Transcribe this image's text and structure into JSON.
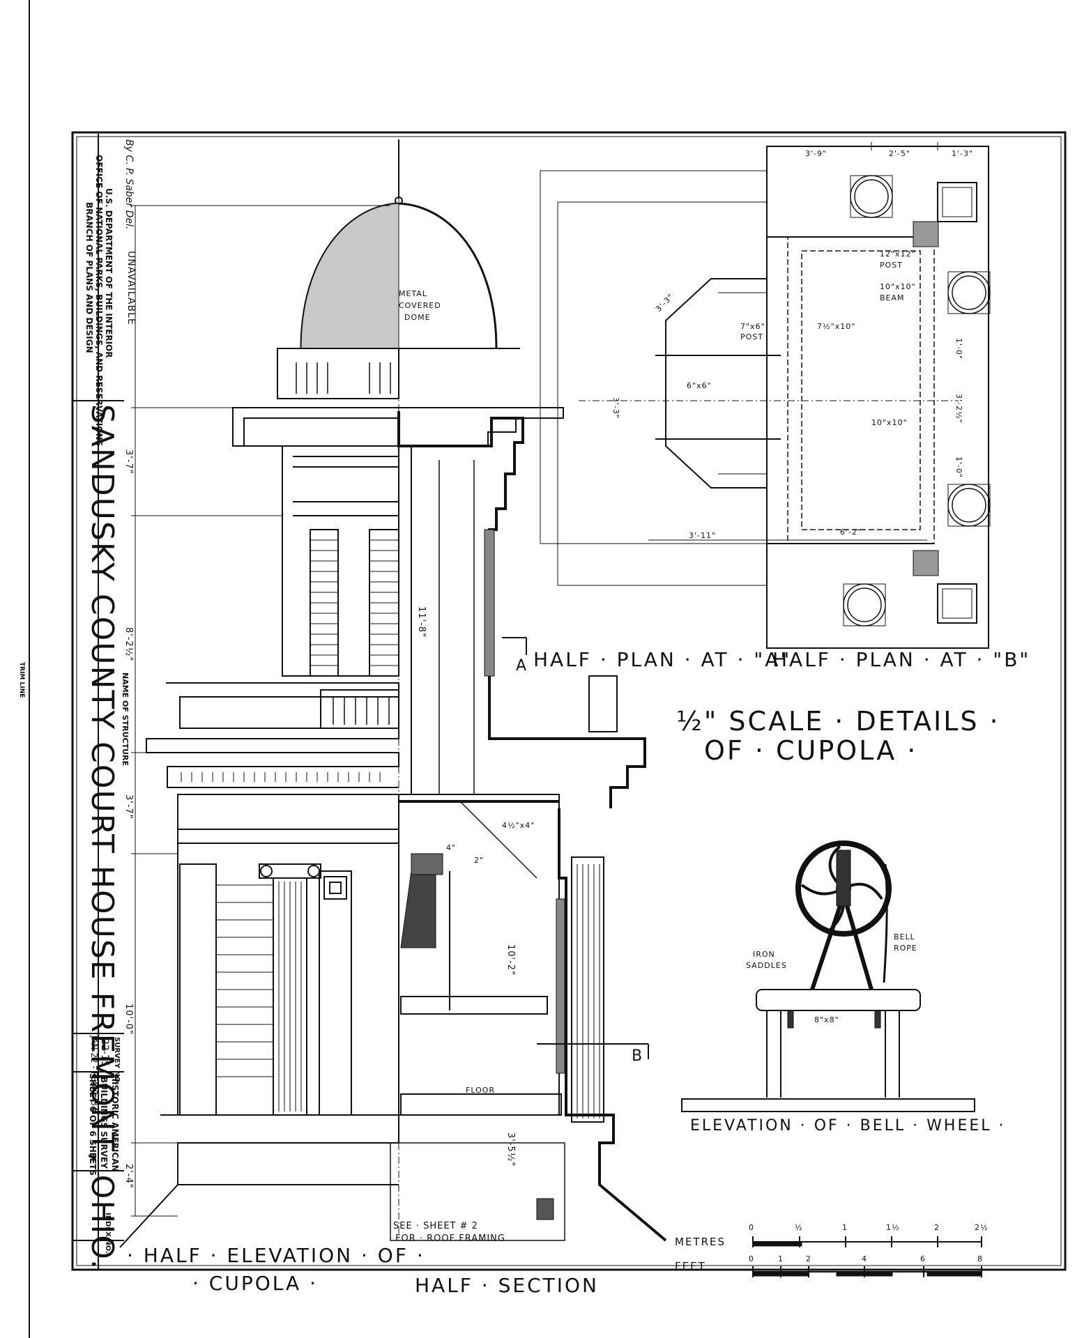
{
  "title_block": {
    "agency_line1": "U.S. DEPARTMENT OF THE INTERIOR",
    "agency_line2": "OFFICE OF NATIONAL PARKS, BUILDINGS, AND RESERVATIONS",
    "agency_line3": "BRANCH OF PLANS AND DESIGN",
    "delineator": "By C. P. Saber Del.",
    "name_of_structure_label": "NAME OF STRUCTURE",
    "structure_name": "SANDUSKY COUNTY COURT HOUSE   FREMONT, OHIO.",
    "survey_no_label": "SURVEY NO.",
    "survey_no": "22-15",
    "dates": "JAN 22 - FEB 2-'34",
    "habs_line1": "HISTORIC AMERICAN",
    "habs_line2": "BUILDINGS SURVEY",
    "sheet_label": "SHEET 6 OF 6 SHEETS",
    "index_no_label": "INDEX NO.",
    "unavailable": "UNAVAILABLE"
  },
  "margin": {
    "trim_line": "TRIM LINE"
  },
  "drawing": {
    "title_line1": "½\" SCALE · DETAILS ·",
    "title_line2": "OF · CUPOLA ·",
    "half_plan_a": "HALF · PLAN · AT · \"A\"",
    "half_plan_b": "HALF · PLAN · AT · \"B\"",
    "half_elevation_line1": "· HALF · ELEVATION · OF ·",
    "half_elevation_line2": "· CUPOLA ·",
    "half_section": "HALF · SECTION",
    "bell_wheel": "ELEVATION · OF · BELL · WHEEL ·",
    "section_mark_a": "A",
    "section_mark_b": "B",
    "roof_note_line1": "SEE · SHEET # 2",
    "roof_note_line2": "FOR · ROOF FRAMING"
  },
  "callouts": {
    "dome_line1": "METAL",
    "dome_line2": "COVERED",
    "dome_line3": "DOME",
    "post_12": "12\"x12\"",
    "post_12b": "POST",
    "beam_10_line1": "10\"x10\"",
    "beam_10_line2": "BEAM",
    "post_7x6_line1": "7\"x6\"",
    "post_7x6_line2": "POST",
    "member_7x10": "7½\"x10\"",
    "member_6x6": "6\"x6\"",
    "member_10x10": "10\"x10\"",
    "member_4x4": "4½\"x4\"",
    "mark_4": "4\"",
    "mark_2": "2\"",
    "floor": "FLOOR",
    "iron_saddles_line1": "IRON",
    "iron_saddles_line2": "SADDLES",
    "bell_rope_line1": "BELL",
    "bell_rope_line2": "ROPE",
    "member_8x8": "8\"x8\""
  },
  "dimensions": {
    "plan_top_1": "3'-9\"",
    "plan_top_2": "2'-5\"",
    "plan_top_3": "1'-3\"",
    "plan_bottom_1": "3'-11\"",
    "plan_bottom_2": "6'-2\"",
    "plan_left": "3'-3\"",
    "plan_diag": "3'-3\"",
    "plan_right_1": "1'-0\"",
    "plan_right_2": "3'-2½\"",
    "plan_right_3": "1'-0\"",
    "elev_1": "3'-7\"",
    "elev_2": "8'-2½\"",
    "elev_3": "3'-7\"",
    "elev_4": "10'-0\"",
    "elev_5": "2'-4\"",
    "section_1": "11'-8\"",
    "section_2": "10'-2\"",
    "section_3": "3'-5½\""
  },
  "scale_bar": {
    "metres_label": "METRES",
    "feet_label": "FEET",
    "metres_ticks": [
      "0",
      "½",
      "1",
      "1½",
      "2",
      "2½"
    ],
    "feet_ticks": [
      "0",
      "1",
      "2",
      "4",
      "6",
      "8"
    ]
  }
}
